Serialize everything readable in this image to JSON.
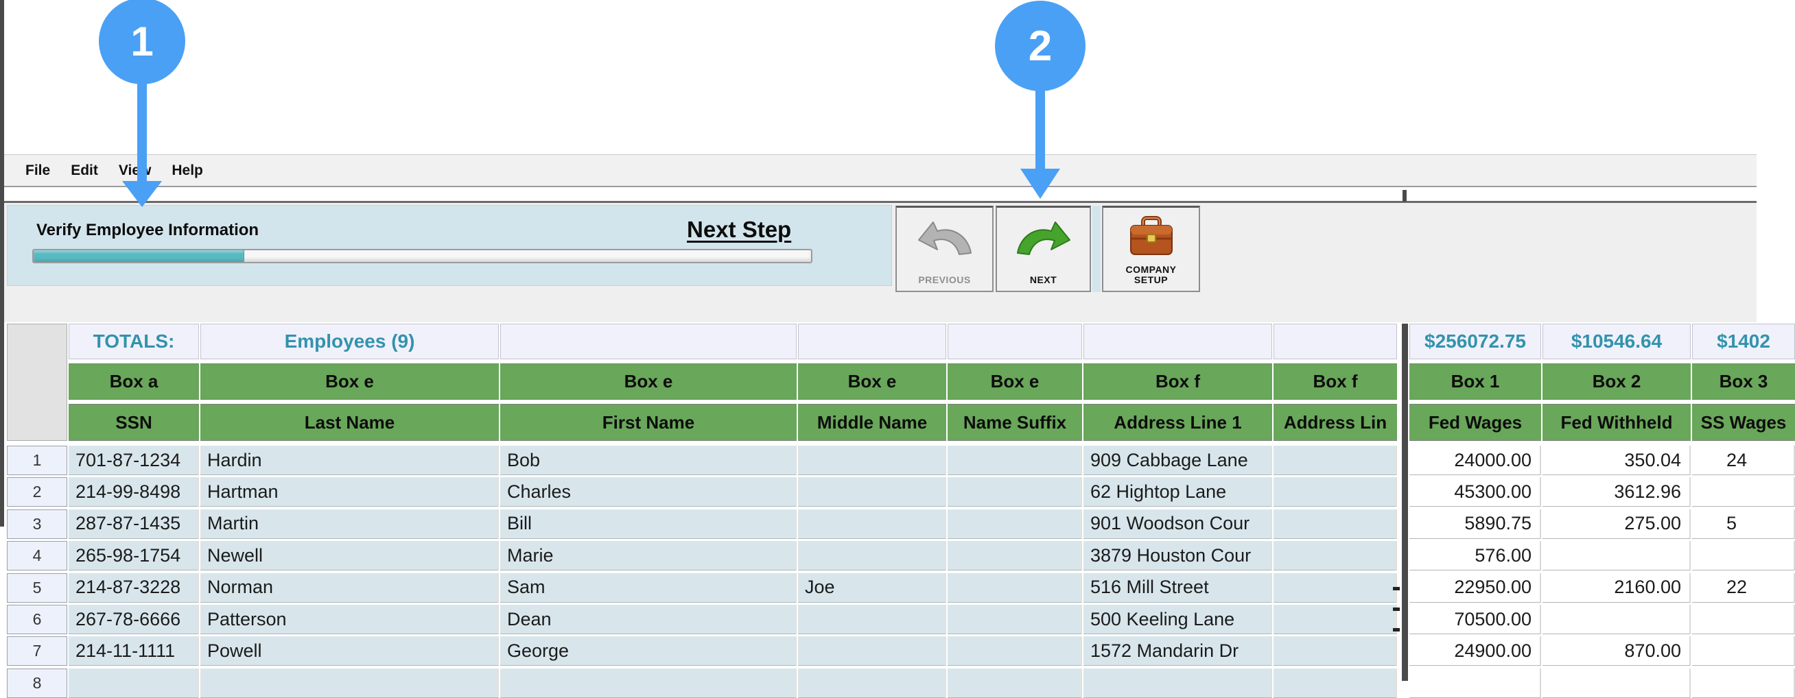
{
  "callouts": [
    {
      "number": "1"
    },
    {
      "number": "2"
    }
  ],
  "menu": {
    "items": [
      "File",
      "Edit",
      "View",
      "Help"
    ]
  },
  "wizard": {
    "step_label": "Verify Employee Information",
    "next_step_label": "Next Step",
    "progress_percent": 27
  },
  "toolbar": {
    "previous_label": "PREVIOUS",
    "next_label": "NEXT",
    "company_setup_line1": "COMPANY",
    "company_setup_line2": "SETUP"
  },
  "colors": {
    "callout_blue": "#4aa0f5",
    "header_green": "#69a75a",
    "totals_teal": "#3293ad",
    "panel_blue": "#d3e5ec",
    "progress_teal": "#58b9c3",
    "row_blue": "#d8e6ec"
  },
  "grid": {
    "totals": {
      "label": "TOTALS:",
      "employees_label": "Employees (9)",
      "box1": "$256072.75",
      "box2": "$10546.64",
      "box3": "$1402"
    },
    "columns": [
      {
        "box": "Box a",
        "field": "SSN"
      },
      {
        "box": "Box e",
        "field": "Last Name"
      },
      {
        "box": "Box e",
        "field": "First Name"
      },
      {
        "box": "Box e",
        "field": "Middle Name"
      },
      {
        "box": "Box e",
        "field": "Name Suffix"
      },
      {
        "box": "Box f",
        "field": "Address Line 1"
      },
      {
        "box": "Box f",
        "field": "Address Lin"
      },
      {
        "box": "Box 1",
        "field": "Fed Wages"
      },
      {
        "box": "Box 2",
        "field": "Fed Withheld"
      },
      {
        "box": "Box 3",
        "field": "SS Wages"
      }
    ],
    "rows": [
      {
        "num": "1",
        "ssn": "701-87-1234",
        "last": "Hardin",
        "first": "Bob",
        "middle": "",
        "suffix": "",
        "addr1": "909 Cabbage Lane",
        "addr2": "",
        "box1": "24000.00",
        "box2": "350.04",
        "box3": "24"
      },
      {
        "num": "2",
        "ssn": "214-99-8498",
        "last": "Hartman",
        "first": "Charles",
        "middle": "",
        "suffix": "",
        "addr1": "62 Hightop Lane",
        "addr2": "",
        "box1": "45300.00",
        "box2": "3612.96",
        "box3": ""
      },
      {
        "num": "3",
        "ssn": "287-87-1435",
        "last": "Martin",
        "first": "Bill",
        "middle": "",
        "suffix": "",
        "addr1": "901 Woodson Cour",
        "addr2": "",
        "box1": "5890.75",
        "box2": "275.00",
        "box3": "5"
      },
      {
        "num": "4",
        "ssn": "265-98-1754",
        "last": "Newell",
        "first": "Marie",
        "middle": "",
        "suffix": "",
        "addr1": "3879 Houston Cour",
        "addr2": "",
        "box1": "576.00",
        "box2": "",
        "box3": ""
      },
      {
        "num": "5",
        "ssn": "214-87-3228",
        "last": "Norman",
        "first": "Sam",
        "middle": "Joe",
        "suffix": "",
        "addr1": "516 Mill Street",
        "addr2": "",
        "box1": "22950.00",
        "box2": "2160.00",
        "box3": "22"
      },
      {
        "num": "6",
        "ssn": "267-78-6666",
        "last": "Patterson",
        "first": "Dean",
        "middle": "",
        "suffix": "",
        "addr1": "500 Keeling Lane",
        "addr2": "",
        "box1": "70500.00",
        "box2": "",
        "box3": ""
      },
      {
        "num": "7",
        "ssn": "214-11-1111",
        "last": "Powell",
        "first": "George",
        "middle": "",
        "suffix": "",
        "addr1": "1572 Mandarin Dr",
        "addr2": "",
        "box1": "24900.00",
        "box2": "870.00",
        "box3": ""
      },
      {
        "num": "8",
        "ssn": "",
        "last": "",
        "first": "",
        "middle": "",
        "suffix": "",
        "addr1": "",
        "addr2": "",
        "box1": "",
        "box2": "",
        "box3": ""
      }
    ]
  }
}
